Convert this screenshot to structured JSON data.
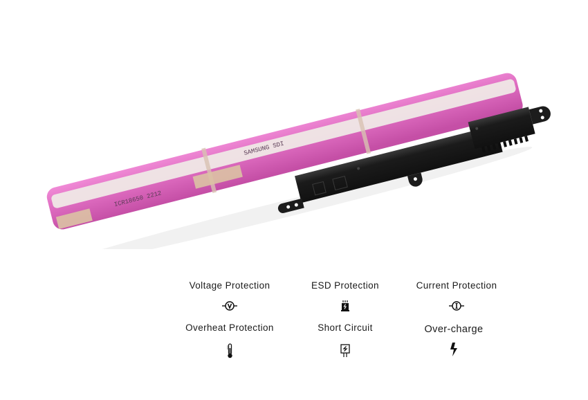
{
  "product": {
    "image_alt": "Laptop battery pack with pink cylindrical cells and black connector housing",
    "cell_print_1": "SAMSUNG SDI",
    "cell_print_2": "ICR18650 2212"
  },
  "features": [
    {
      "label": "Voltage Protection",
      "icon": "voltage-icon"
    },
    {
      "label": "ESD Protection",
      "icon": "esd-icon"
    },
    {
      "label": "Current Protection",
      "icon": "current-icon"
    },
    {
      "label": "Overheat Protection",
      "icon": "thermometer-icon"
    },
    {
      "label": "Short Circuit",
      "icon": "short-circuit-icon"
    },
    {
      "label": "Over-charge",
      "icon": "lightning-icon"
    }
  ],
  "colors": {
    "cell_pink": "#e06fc2",
    "label_tape": "#efe8e6",
    "housing": "#1c1c1c",
    "text": "#1a1a1a"
  }
}
